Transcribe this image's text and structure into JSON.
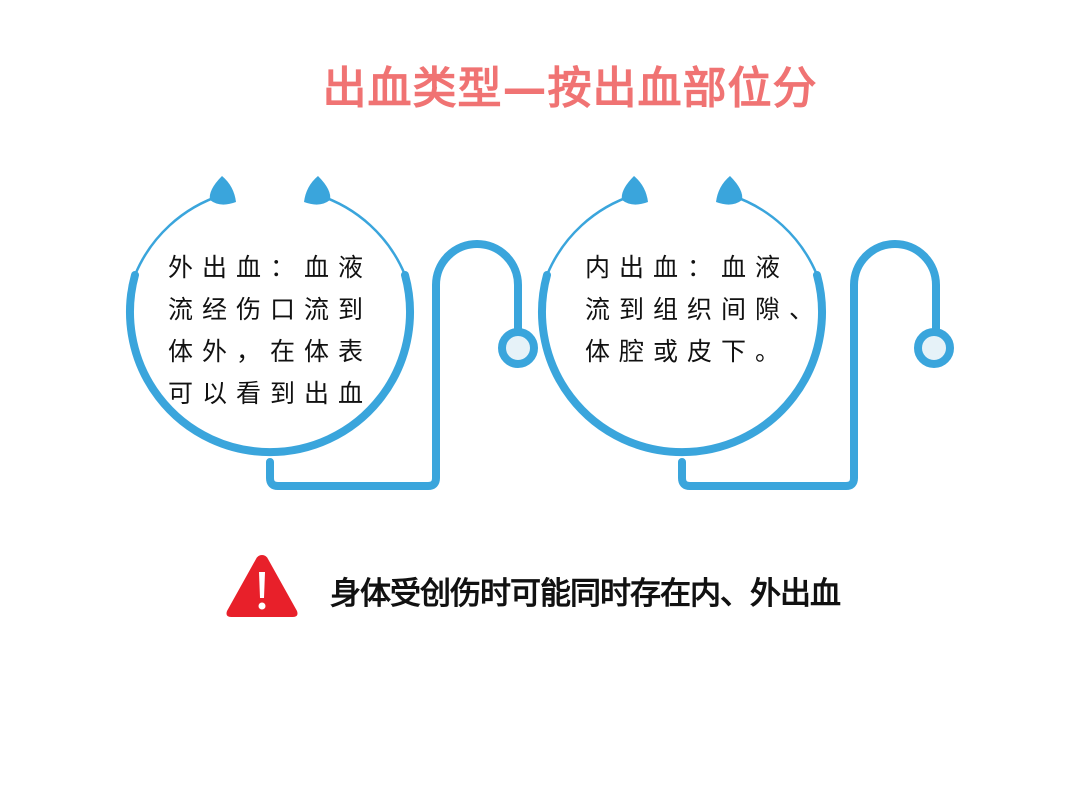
{
  "title": "出血类型—按出血部位分",
  "cards": [
    {
      "name": "external-bleeding",
      "lines": [
        "外出血：血液",
        "流经伤口流到",
        "体外，在体表",
        "可以看到出血"
      ]
    },
    {
      "name": "internal-bleeding",
      "lines": [
        "内出血：血液",
        "流到组织间隙、",
        "体腔或皮下。"
      ]
    }
  ],
  "warning": {
    "icon": "warning-triangle-icon",
    "text": "身体受创伤时可能同时存在内、外出血"
  },
  "colors": {
    "title": "#f07373",
    "stethoscope": "#3aa5dc",
    "warning": "#e8202a"
  }
}
